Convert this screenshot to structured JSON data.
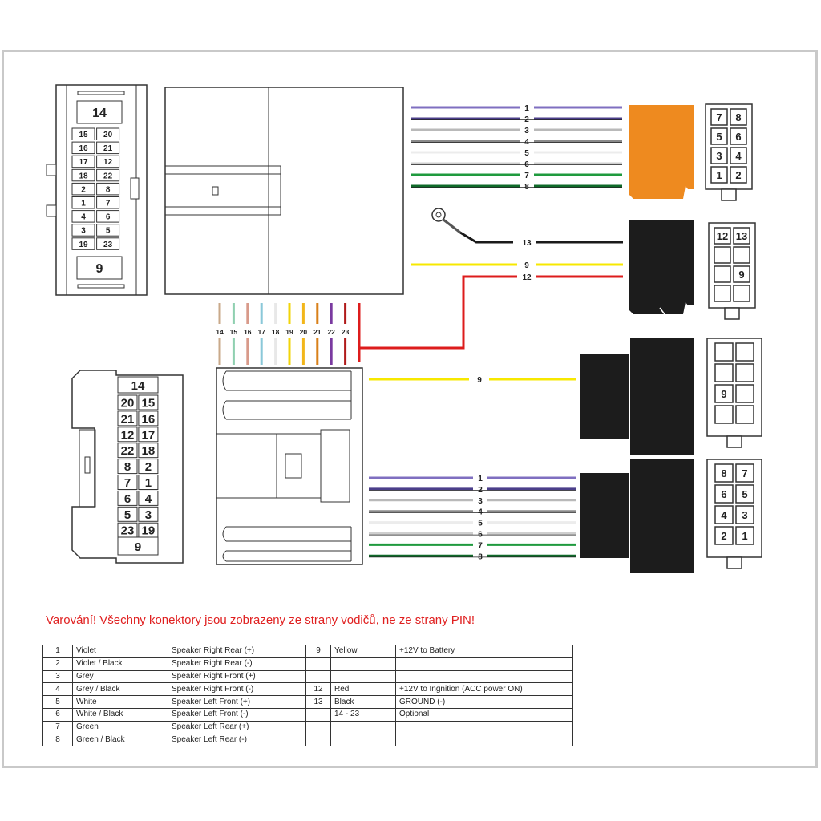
{
  "warning": "Varování! Všechny konektory jsou zobrazeny ze strany vodičů, ne ze strany PIN!",
  "colors": {
    "violet": "#7f6fc0",
    "violet_black": "#4b3f8a",
    "grey": "#b9b9b9",
    "grey_black": "#8a8a8a",
    "white": "#ececec",
    "white_black": "#cfcfcf",
    "green": "#1f9a3e",
    "green_black": "#0f6a29",
    "yellow": "#f7e800",
    "red": "#dd1c1c",
    "black": "#1a1a1a",
    "orange": "#ee8a1f",
    "connector_body": "#1c1c1c"
  },
  "top_left_connector": {
    "pins": [
      [
        "15",
        "20"
      ],
      [
        "16",
        "21"
      ],
      [
        "17",
        "12"
      ],
      [
        "18",
        "22"
      ],
      [
        "2",
        "8"
      ],
      [
        "1",
        "7"
      ],
      [
        "4",
        "6"
      ],
      [
        "3",
        "5"
      ],
      [
        "19",
        "23"
      ]
    ],
    "top_pin": "14",
    "bottom_pin": "9"
  },
  "bottom_left_connector": {
    "pins": [
      [
        "20",
        "15"
      ],
      [
        "21",
        "16"
      ],
      [
        "12",
        "17"
      ],
      [
        "22",
        "18"
      ],
      [
        "8",
        "2"
      ],
      [
        "7",
        "1"
      ],
      [
        "6",
        "4"
      ],
      [
        "5",
        "3"
      ],
      [
        "23",
        "19"
      ]
    ],
    "top_pin": "14",
    "bottom_pin": "9"
  },
  "optional_wire_labels": [
    "14",
    "15",
    "16",
    "17",
    "18",
    "19",
    "20",
    "21",
    "22",
    "23"
  ],
  "upper_speaker_wire_labels": [
    "1",
    "2",
    "3",
    "4",
    "5",
    "6",
    "7",
    "8"
  ],
  "lower_speaker_wire_labels": [
    "1",
    "2",
    "3",
    "4",
    "5",
    "6",
    "7",
    "8"
  ],
  "power_wire_labels": {
    "ground": "13",
    "battery": "9",
    "ignition": "12"
  },
  "yellow_mid_label": "9",
  "orange_connector_pins": [
    [
      "7",
      "8"
    ],
    [
      "5",
      "6"
    ],
    [
      "3",
      "4"
    ],
    [
      "1",
      "2"
    ]
  ],
  "black_power_connector_pins": [
    [
      "12",
      "13"
    ],
    [
      "",
      ""
    ],
    [
      "",
      "9"
    ],
    [
      "",
      ""
    ]
  ],
  "yellow_connector_pins": [
    [
      "",
      ""
    ],
    [
      "",
      ""
    ],
    [
      "9",
      ""
    ],
    [
      "",
      ""
    ]
  ],
  "speaker_connector_pins": [
    [
      "8",
      "7"
    ],
    [
      "6",
      "5"
    ],
    [
      "4",
      "3"
    ],
    [
      "2",
      "1"
    ]
  ],
  "pin_table": {
    "rows": [
      [
        "1",
        "Violet",
        "Speaker Right Rear (+)",
        "9",
        "Yellow",
        "+12V to Battery"
      ],
      [
        "2",
        "Violet / Black",
        "Speaker Right Rear (-)",
        "",
        "",
        ""
      ],
      [
        "3",
        "Grey",
        "Speaker Right Front (+)",
        "",
        "",
        ""
      ],
      [
        "4",
        "Grey / Black",
        "Speaker Right Front (-)",
        "12",
        "Red",
        "+12V to Ingnition (ACC power ON)"
      ],
      [
        "5",
        "White",
        "Speaker Left Front (+)",
        "13",
        "Black",
        "GROUND (-)"
      ],
      [
        "6",
        "White / Black",
        "Speaker Left Front (-)",
        "",
        "14 - 23",
        "Optional"
      ],
      [
        "7",
        "Green",
        "Speaker Left Rear (+)",
        "",
        "",
        ""
      ],
      [
        "8",
        "Green / Black",
        "Speaker Left Rear (-)",
        "",
        "",
        ""
      ]
    ]
  }
}
